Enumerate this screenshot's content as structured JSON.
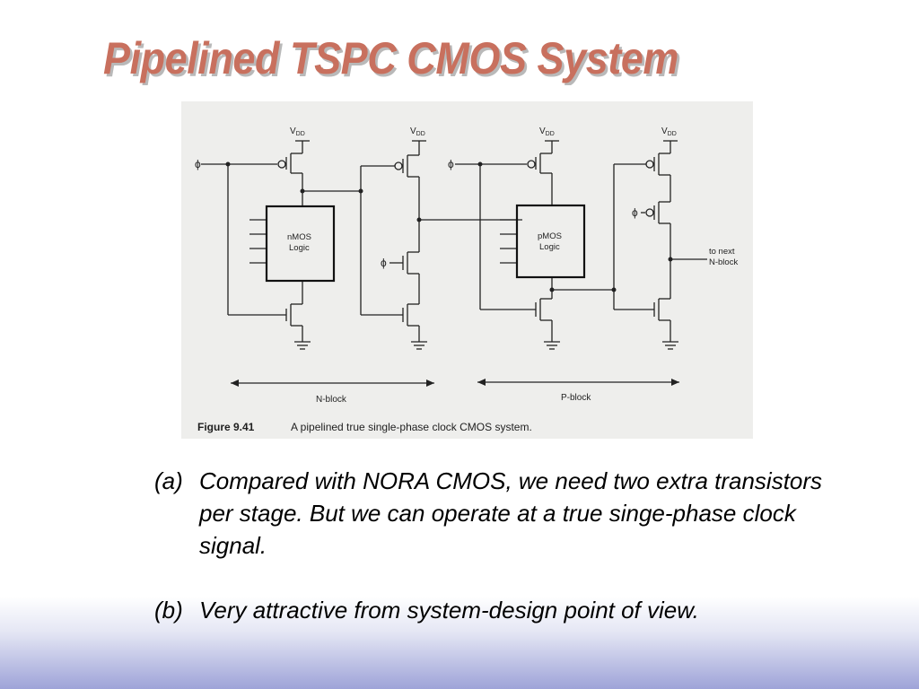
{
  "slide": {
    "title": "Pipelined TSPC CMOS System"
  },
  "figure": {
    "vdd_label": "V",
    "vdd_sub": "DD",
    "clock_symbol": "ϕ",
    "nmos_block_lines": [
      "nMOS",
      "Logic"
    ],
    "pmos_block_lines": [
      "pMOS",
      "Logic"
    ],
    "output_label_lines": [
      "to next",
      "N-block"
    ],
    "n_block_label": "N-block",
    "p_block_label": "P-block",
    "caption_number": "Figure 9.41",
    "caption_text": "A pipelined true single-phase clock CMOS system."
  },
  "points": [
    {
      "marker": "(a)",
      "text": "Compared with NORA CMOS, we need two extra transistors per stage. But we can operate at a true singe-phase clock signal."
    },
    {
      "marker": "(b)",
      "text": "Very attractive from system-design point of view."
    }
  ]
}
